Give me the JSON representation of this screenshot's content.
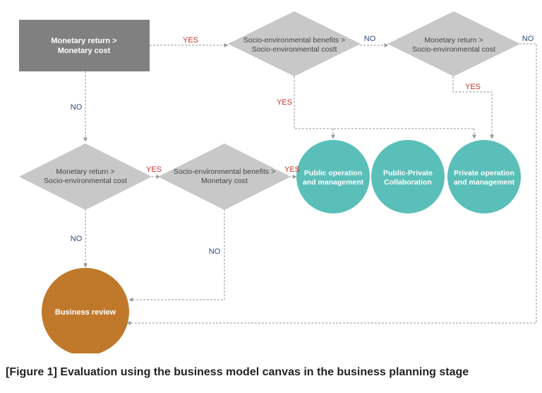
{
  "nodes": {
    "start": {
      "line1": "Monetary return >",
      "line2": "Monetary cost"
    },
    "d1": {
      "line1": "Socio-environmental benefits >",
      "line2": "Socio-environmental costt"
    },
    "d2": {
      "line1": "Monetary return >",
      "line2": "Socio-environmental cost"
    },
    "d3": {
      "line1": "Monetary return >",
      "line2": "Socio-environmental cost"
    },
    "d4": {
      "line1": "Socio-environmental benefits >",
      "line2": "Monetary cost"
    },
    "public": {
      "line1": "Public operation",
      "line2": "and management"
    },
    "ppp": {
      "line1": "Public-Private",
      "line2": "Collaboration"
    },
    "private": {
      "line1": "Private operation",
      "line2": "and management"
    },
    "review": {
      "label": "Business review"
    }
  },
  "edge_labels": {
    "start_yes": "YES",
    "start_no": "NO",
    "d1_no": "NO",
    "d1_yes": "YES",
    "d2_no": "NO",
    "d2_yes": "YES",
    "d3_yes": "YES",
    "d3_no": "NO",
    "d4_yes": "YES",
    "d4_no": "NO"
  },
  "caption": "[Figure 1] Evaluation using the business model canvas in the business planning stage",
  "colors": {
    "start_box": "#808080",
    "diamond": "#c8c8c8",
    "circle_teal": "#5bbfb9",
    "circle_orange": "#c0792b",
    "yes_label": "#c0392b",
    "no_label": "#2e4a7d",
    "connector": "#999999"
  }
}
